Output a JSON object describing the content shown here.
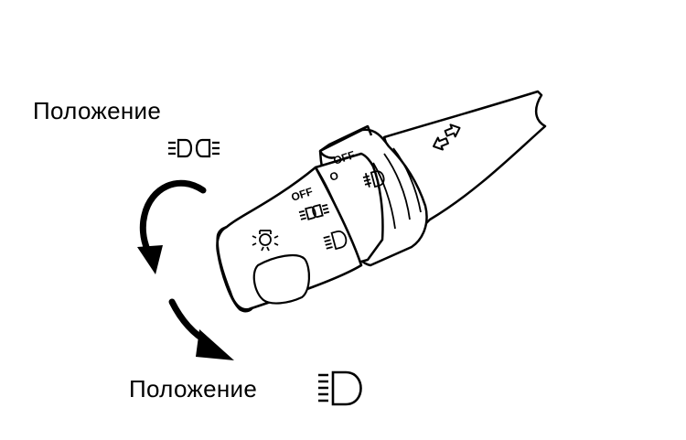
{
  "labels": {
    "position_top": "Положение",
    "position_bottom": "Положение"
  },
  "dial": {
    "off_inner": "OFF",
    "off_outer": "OFF",
    "position_marker": "O"
  },
  "icons": {
    "top_label_icon": "parking-lights-icon",
    "bottom_label_icon": "headlight-high-beam-icon",
    "turn_indicator": "turn-signal-arrows-icon"
  },
  "colors": {
    "ink": "#000000",
    "background": "#ffffff"
  }
}
